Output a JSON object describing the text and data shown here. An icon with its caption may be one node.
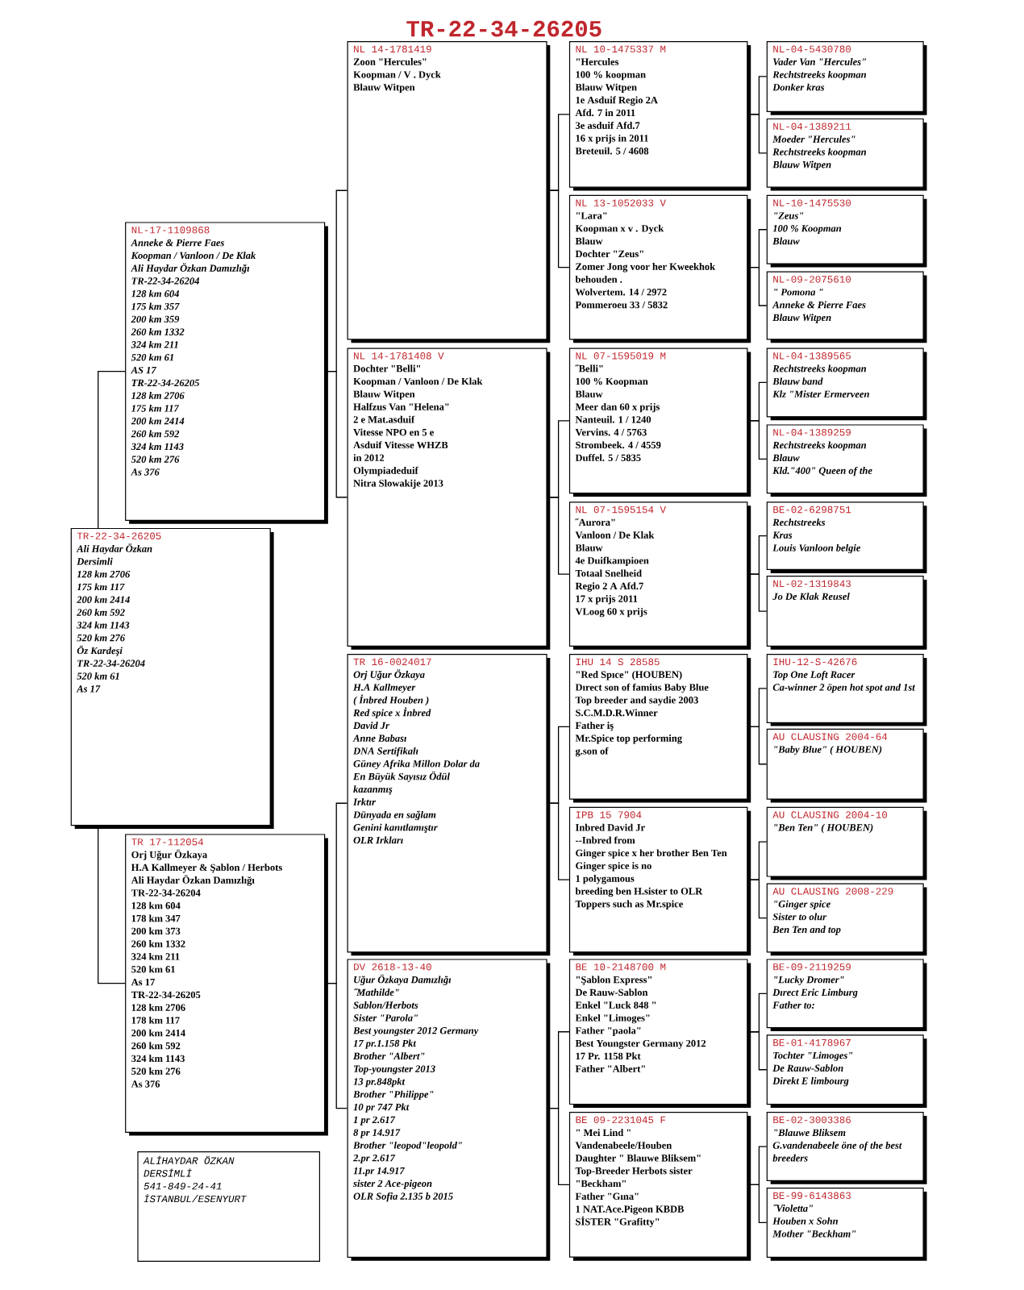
{
  "diagram": {
    "title": "TR-22-34-26205",
    "nodes": [
      {
        "text": [
          "TR-22-34-26205",
          "Ali Haydar Özkan",
          "Dersimli",
          "128 km 2706",
          "175 km 117",
          "200 km 2414",
          "260 km 592",
          "324 km 1143",
          "520 km 276",
          "Öz Kardeşi",
          "TR-22-34-26204",
          "520 km 61",
          "As 17"
        ]
      },
      {
        "text": [
          "NL-17-1109868",
          "Anneke & Pierre Faes",
          "Koopman / Vanloon / De Klak",
          "Ali Haydar Özkan Damızlığı",
          "TR-22-34-26204",
          "128 km 604",
          "175 km 357",
          "200 km 359",
          "260 km 1332",
          "324 km 211",
          "520 km 61",
          "AS 17",
          "TR-22-34-26205",
          "128 km 2706",
          "175 km 117",
          "200 km 2414",
          "260 km 592",
          "324 km 1143",
          "520 km 276",
          "As 376"
        ]
      },
      {
        "text": [
          "TR 17-112054",
          "Orj Uğur Özkaya",
          "H.A Kallmeyer & Şablon / Herbots",
          "Ali Haydar Özkan Damızlığı",
          "TR-22-34-26204",
          "128 km 604",
          "178 km 347",
          "200 km 373",
          "260 km 1332",
          "324 km 211",
          "520 km 61",
          "As 17",
          "TR-22-34-26205",
          "128 km 2706",
          "178 km 117",
          "200 km 2414",
          "260 km 592",
          "324 km 1143",
          "520 km 276",
          "As 376"
        ]
      },
      {
        "text": [
          "NL 14-1781419",
          "Zoon \"Hercules\"",
          "Koopman / V . Dyck",
          "Blauw Witpen"
        ]
      },
      {
        "text": [
          "NL 14-1781408 V",
          "Dochter \"Belli\"",
          "Koopman / Vanloon / De Klak",
          "Blauw Witpen",
          "Halfzus Van \"Helena\"",
          "2 e Mat.asduif",
          "Vitesse NPO en 5 e",
          "Asduif Vitesse WHZB",
          "in 2012",
          "Olympiadeduif",
          "Nitra Slowakije 2013"
        ]
      },
      {
        "text": [
          "TR 16-0024017",
          "Orj Uğur Özkaya",
          "H.A Kallmeyer",
          "( İnbred Houben )",
          "Red spice x İnbred",
          "David Jr",
          "Anne Babası",
          "DNA Sertifikalı",
          "Güney Afrika Millon Dolar da",
          "En Büyük Sayısız Ödül",
          "kazanmış",
          "Irktır",
          "Dünyada en sağlam",
          "Genini kanıtlamıştır",
          "OLR Irkları"
        ]
      },
      {
        "text": [
          "DV 2618-13-40",
          "Uğur Özkaya Damızlığı",
          "˝Mathilde\"",
          "Sablon/Herbots",
          "Sister \"Parola\"",
          "Best youngster 2012 Germany",
          "17 pr.1.158 Pkt",
          "Brother \"Albert\"",
          "Top-youngster 2013",
          "13 pr.848pkt",
          "Brother \"Philippe\"",
          "10 pr 747 Pkt",
          "1 pr 2.617",
          "8 pr 14.917",
          "Brother \"leopod\"leopold\"",
          "2.pr 2.617",
          "11.pr 14.917",
          "sister 2 Ace-pigeon",
          "OLR Sofia 2.135 b 2015"
        ]
      },
      {
        "text": [
          "NL 10-1475337 M",
          "\"Hercules",
          "100 % koopman",
          "Blauw Witpen",
          "1e Asduif Regio 2A",
          "Afd. 7 in 2011",
          "3e asduif Afd.7",
          "16 x prijs in 2011",
          "Breteuil. 5 / 4608"
        ]
      },
      {
        "text": [
          "NL 13-1052033 V",
          "\"Lara\"",
          "Koopman x v . Dyck",
          "Blauw",
          "Dochter \"Zeus\"",
          "Zomer Jong voor her Kweekhok behouden .",
          "Wolvertem. 14 / 2972",
          "Pommeroeu 33 / 5832"
        ]
      },
      {
        "text": [
          "NL 07-1595019 M",
          "˝Belli\"",
          "100 % Koopman",
          "Blauw",
          "Meer dan 60 x prijs",
          "Nanteuil. 1 / 1240",
          "Vervins. 4 / 5763",
          "Strombeek. 4 / 4559",
          "Duffel. 5 / 5835"
        ]
      },
      {
        "text": [
          "NL 07-1595154 V",
          "˝Aurora\"",
          "Vanloon / De Klak",
          "Blauw",
          "4e Duifkampioen",
          "Totaal Snelheid",
          "Regio 2 A Afd.7",
          "17 x prijs 2011",
          "VLoog 60 x prijs"
        ]
      },
      {
        "text": [
          "IHU 14 S 28585",
          "\"Red Spıce\" (HOUBEN)",
          "Dırect son of famius Baby Blue",
          "Top breeder and saydie 2003",
          "S.C.M.D.R.Winner",
          "Father iş",
          "Mr.Spice top performing",
          "g.son of"
        ]
      },
      {
        "text": [
          "IPB 15 7904",
          "Inbred David Jr",
          "--Inbred from",
          "Ginger spice x her brother Ben Ten",
          "Ginger spice is no",
          "1 polygamous",
          "breeding ben H.sister to OLR",
          "Toppers such as Mr.spice"
        ]
      },
      {
        "text": [
          "BE 10-2148700 M",
          "\"Şablon Express\"",
          "De Rauw-Sablon",
          "Enkel \"Luck 848 \"",
          "Enkel \"Limoges\"",
          "Father \"paola\"",
          "Best Youngster Germany 2012",
          "17 Pr. 1158 Pkt",
          "Father \"Albert\""
        ]
      },
      {
        "text": [
          "BE 09-2231045 F",
          "\" Mei Lind \"",
          "Vandenabeele/Houben",
          "Daughter \" Blauwe Bliksem\"",
          "Top-Breeder Herbots sister \"Beckham\"",
          "Father \"Gına\"",
          "1 NAT.Ace.Pigeon KBDB",
          "SİSTER \"Grafitty\""
        ]
      },
      {
        "text": [
          "NL-04-5430780",
          "Vader Van \"Hercules\"",
          "Rechtstreeks koopman",
          "Donker kras"
        ]
      },
      {
        "text": [
          "NL-04-1389211",
          "Moeder \"Hercules\"",
          "Rechtstreeks koopman",
          "Blauw Witpen"
        ]
      },
      {
        "text": [
          "NL-10-1475530",
          "\"Zeus\"",
          "100 % Koopman",
          "Blauw"
        ]
      },
      {
        "text": [
          "NL-09-2075610",
          "\" Pomona \"",
          "Anneke & Pierre Faes",
          "Blauw Witpen"
        ]
      },
      {
        "text": [
          "NL-04-1389565",
          "Rechtstreeks koopman",
          "Blauw band",
          "Klz \"Mister Ermerveen"
        ]
      },
      {
        "text": [
          "NL-04-1389259",
          "Rechtstreeks koopman",
          "Blauw",
          "Kld.\"400\" Queen of the"
        ]
      },
      {
        "text": [
          "BE-02-6298751",
          "Rechtstreeks",
          "Kras",
          "Louis Vanloon belgie"
        ]
      },
      {
        "text": [
          "NL-02-1319843",
          "Jo De Klak Reusel"
        ]
      },
      {
        "text": [
          "IHU-12-S-42676",
          "Top One Loft Racer",
          "Ca-winner 2 öpen hot spot and 1st"
        ]
      },
      {
        "text": [
          "AU CLAUSING 2004-64",
          "\"Baby Blue\" ( HOUBEN)"
        ]
      },
      {
        "text": [
          "AU CLAUSING 2004-10",
          "\"Ben Ten\" ( HOUBEN)"
        ]
      },
      {
        "text": [
          "AU CLAUSING 2008-229",
          "\"Ginger spice",
          "Sister to olur",
          "Ben Ten and top"
        ]
      },
      {
        "text": [
          "BE-09-2119259",
          "\"Lucky Dromer\"",
          "Dırect Eric Limburg",
          "Father to:"
        ]
      },
      {
        "text": [
          "BE-01-4178967",
          "Tochter \"Limoges\"",
          "De Rauw-Sablon",
          "Direkt E limbourg"
        ]
      },
      {
        "text": [
          "BE-02-3003386",
          "\"Blauwe Bliksem",
          "G.vandenabeele öne of the best breeders"
        ]
      },
      {
        "text": [
          "BE-99-6143863",
          "˝Violetta\"",
          "Houben x Sohn",
          "Mother \"Beckham\""
        ]
      },
      {
        "text": [
          "ALİHAYDAR ÖZKAN",
          "DERSİMLİ",
          "541-849-24-41",
          "İSTANBUL/ESENYURT"
        ]
      }
    ],
    "edges": [
      {
        "from": 0,
        "to": 1,
        "arrow": "none"
      },
      {
        "from": 0,
        "to": 2,
        "arrow": "none"
      },
      {
        "from": 1,
        "to": 3,
        "arrow": "none"
      },
      {
        "from": 1,
        "to": 4,
        "arrow": "none"
      },
      {
        "from": 2,
        "to": 5,
        "arrow": "none"
      },
      {
        "from": 2,
        "to": 6,
        "arrow": "none"
      },
      {
        "from": 3,
        "to": 7,
        "arrow": "none"
      },
      {
        "from": 3,
        "to": 8,
        "arrow": "none"
      },
      {
        "from": 4,
        "to": 9,
        "arrow": "none"
      },
      {
        "from": 4,
        "to": 10,
        "arrow": "none"
      },
      {
        "from": 5,
        "to": 11,
        "arrow": "none"
      },
      {
        "from": 5,
        "to": 12,
        "arrow": "none"
      },
      {
        "from": 6,
        "to": 13,
        "arrow": "none"
      },
      {
        "from": 6,
        "to": 14,
        "arrow": "none"
      },
      {
        "from": 7,
        "to": 15,
        "arrow": "none"
      },
      {
        "from": 7,
        "to": 16,
        "arrow": "none"
      },
      {
        "from": 8,
        "to": 17,
        "arrow": "none"
      },
      {
        "from": 8,
        "to": 18,
        "arrow": "none"
      },
      {
        "from": 9,
        "to": 19,
        "arrow": "none"
      },
      {
        "from": 9,
        "to": 20,
        "arrow": "none"
      },
      {
        "from": 10,
        "to": 21,
        "arrow": "none"
      },
      {
        "from": 10,
        "to": 22,
        "arrow": "none"
      },
      {
        "from": 11,
        "to": 23,
        "arrow": "none"
      },
      {
        "from": 11,
        "to": 24,
        "arrow": "none"
      },
      {
        "from": 12,
        "to": 25,
        "arrow": "none"
      },
      {
        "from": 12,
        "to": 26,
        "arrow": "none"
      },
      {
        "from": 13,
        "to": 27,
        "arrow": "none"
      },
      {
        "from": 13,
        "to": 28,
        "arrow": "none"
      },
      {
        "from": 14,
        "to": 29,
        "arrow": "none"
      },
      {
        "from": 14,
        "to": 30,
        "arrow": "none"
      }
    ]
  }
}
